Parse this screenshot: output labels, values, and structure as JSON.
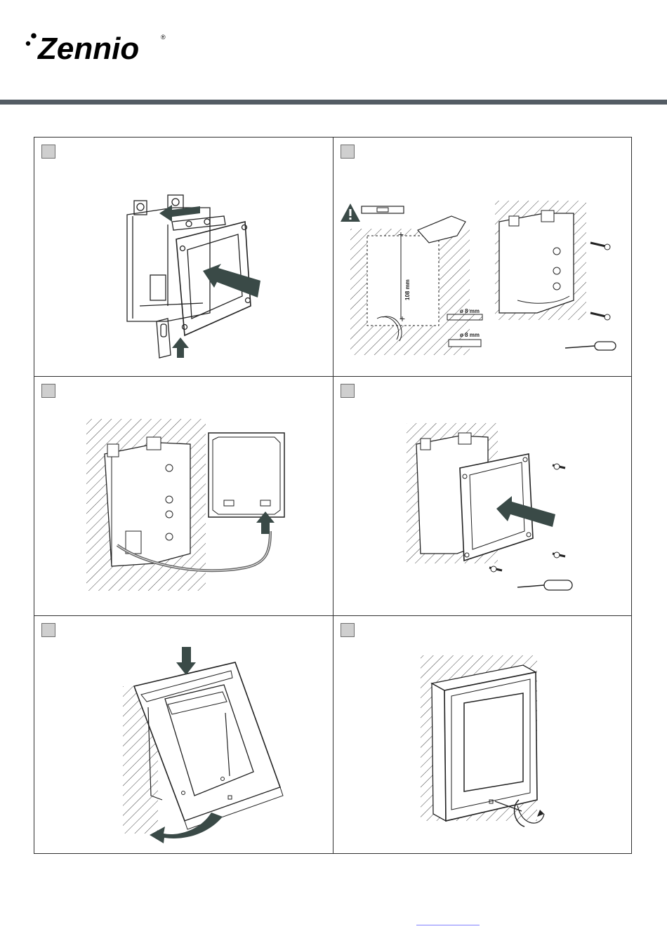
{
  "header": {
    "brand": "Zennio",
    "registered_mark": "®",
    "brand_color": "#000000",
    "rule_color": "#545c64"
  },
  "steps": [
    {
      "icon": "remove-mounting-frame-illustration"
    },
    {
      "icon": "wall-box-fixing-illustration",
      "labels": {
        "distance": "108 mm",
        "drill": "ø 8 mm",
        "plug": "ø 8 mm"
      },
      "warning_icon": "warning-triangle-icon"
    },
    {
      "icon": "connect-cable-illustration"
    },
    {
      "icon": "screw-frame-illustration"
    },
    {
      "icon": "attach-front-cover-illustration"
    },
    {
      "icon": "lock-screw-illustration"
    }
  ],
  "colors": {
    "arrow": "#3a4a47",
    "line": "#222222",
    "step_box": "#cfcfcf",
    "footer_link": "#8080ff"
  }
}
